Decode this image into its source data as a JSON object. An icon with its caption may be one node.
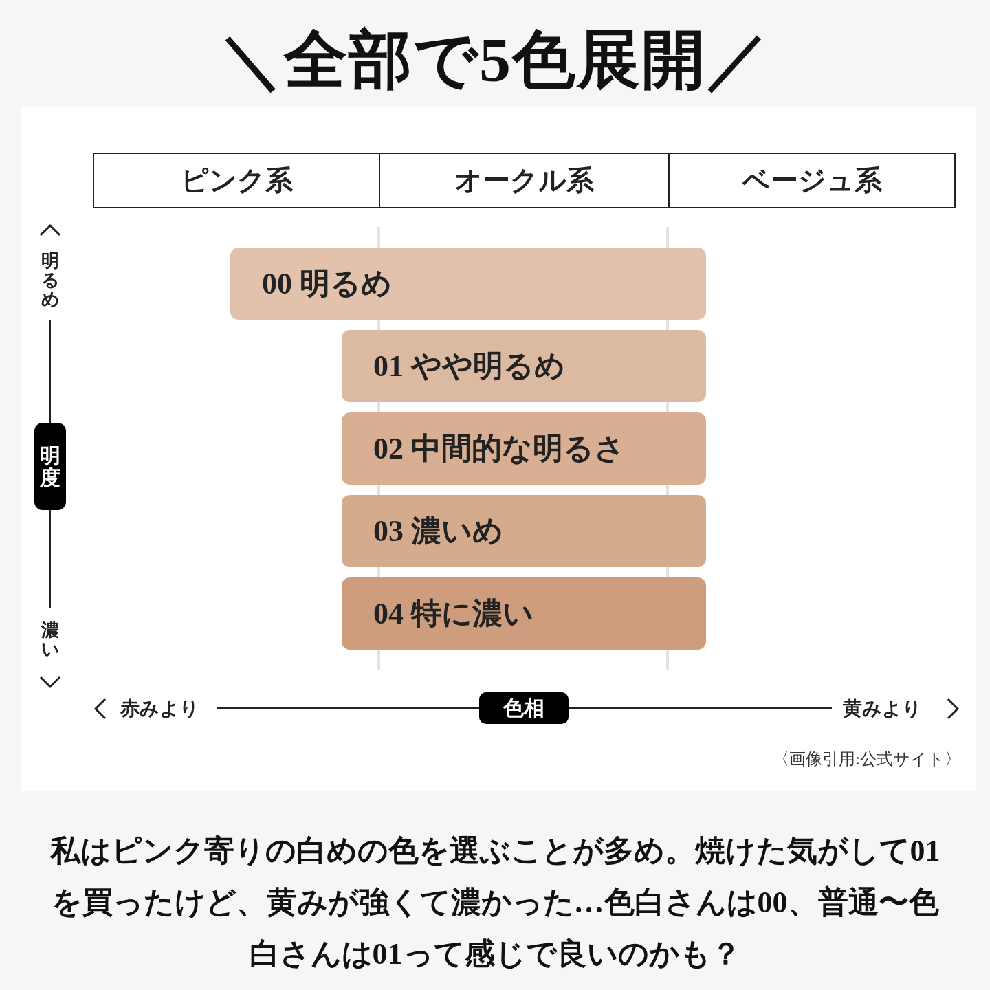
{
  "diagram": {
    "title": "＼全部で5色展開／",
    "nodes": [
      {
        "text": [
          "ピンク系"
        ]
      },
      {
        "text": [
          "オークル系"
        ]
      },
      {
        "text": [
          "ベージュ系"
        ]
      },
      {
        "text": [
          "00 明るめ"
        ]
      },
      {
        "text": [
          "01 やや明るめ"
        ]
      },
      {
        "text": [
          "02 中間的な明るさ"
        ]
      },
      {
        "text": [
          "03 濃いめ"
        ]
      },
      {
        "text": [
          "04 特に濃い"
        ]
      },
      {
        "text": [
          "明度"
        ]
      },
      {
        "text": [
          "色相"
        ]
      }
    ],
    "labels": [
      "明るめ",
      "濃い",
      "赤みより",
      "黄みより",
      "〈画像引用:公式サイト〉"
    ],
    "caption": "私はピンク寄りの白めの色を選ぶことが多め。焼けた気がして01を買ったけど、黄みが強くて濃かった…色白さんは00、普通〜色白さんは01って感じで良いのかも？"
  }
}
